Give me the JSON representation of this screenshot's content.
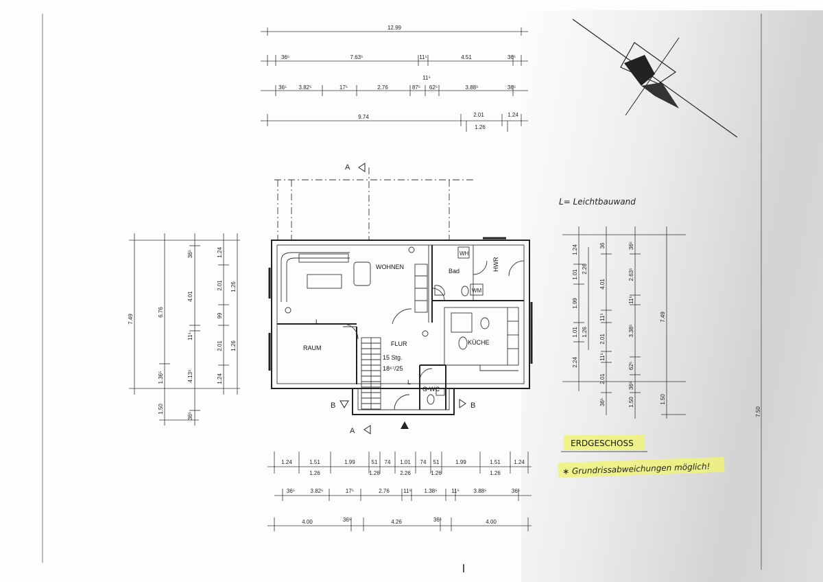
{
  "top_dims": {
    "row1": [
      "12.99"
    ],
    "row2": [
      "36⁵",
      "7.63⁵",
      "11⁵",
      "4.51",
      "36⁵"
    ],
    "row3_top": "11⁵",
    "row3": [
      "36⁵",
      "3.82⁵",
      "17⁵",
      "2.76",
      "87⁵",
      "62⁵",
      "3.88⁵",
      "36⁵"
    ],
    "row4": [
      "9.74",
      "2.01",
      "1.24"
    ],
    "row4_sub": "1.26"
  },
  "bottom_dims": {
    "row1": [
      "1.24",
      "1.51",
      "1.99",
      "51",
      "74",
      "1.01",
      "74",
      "51",
      "1.99",
      "1.51",
      "1.24"
    ],
    "row1_sub": [
      "1.26",
      "1.26",
      "2.26",
      "1.26",
      "1.26"
    ],
    "row2": [
      "36⁵",
      "3.82⁵",
      "17⁵",
      "2.76",
      "11⁵",
      "1.38⁵",
      "11⁵",
      "3.88⁵",
      "36⁵"
    ],
    "row3": [
      "4.00",
      "36⁵",
      "4.26",
      "36⁵",
      "4.00"
    ]
  },
  "left_dims": {
    "outer": "7.49",
    "c2": [
      "6.76",
      "1.36⁵",
      "1.50"
    ],
    "c3": [
      "36⁵",
      "4.01",
      "11⁵",
      "4.13⁵",
      "36⁵"
    ],
    "c4": [
      "1.24",
      "2.01",
      "99",
      "2.01",
      "1.24"
    ],
    "c5": [
      "1.26",
      "1.26"
    ]
  },
  "right_dims": {
    "c1": [
      "1.24",
      "1.01",
      "1.99",
      "1.01",
      "2.24"
    ],
    "c2": [
      "2.26",
      "1.26"
    ],
    "c3": [
      "36",
      "4.01",
      "11⁵",
      "2.01",
      "11⁵",
      "2.01",
      "36⁵"
    ],
    "c4": [
      "36⁵",
      "2.63⁵",
      "11⁵",
      "3.38⁵",
      "62⁵",
      "36⁵",
      "1.50"
    ],
    "outer": [
      "7.49",
      "1.50"
    ]
  },
  "rooms": {
    "wohnen": "WOHNEN",
    "raum": "RAUM",
    "flur": "FLUR",
    "stairs": "15 Stg.",
    "stairs_ratio": "18⁶⁷/25",
    "bad": "Bad",
    "hwr": "HWR",
    "kueche": "KÜCHE",
    "gwc": "G-WC",
    "wm": "WM",
    "wh": "WH",
    "l1": "L",
    "l2": "L"
  },
  "section_marks": {
    "a_top": "A",
    "a_bottom": "A",
    "b_left": "B",
    "b_right": "B"
  },
  "notes": {
    "legend": "L= Leichtbauwand",
    "floor": "ERDGESCHOSS",
    "disclaimer": "∗ Grundrissabweichungen möglich!",
    "highlight_color": "#f0f27a"
  },
  "edge_fragment": "7.50"
}
